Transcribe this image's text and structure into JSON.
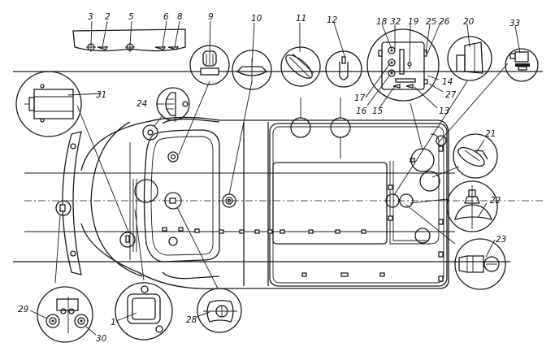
{
  "diagram": {
    "subject": "Vehicle electrical equipment layout (top view) with detail callouts",
    "callouts": [
      {
        "id": "3",
        "label": "3"
      },
      {
        "id": "2",
        "label": "2"
      },
      {
        "id": "5",
        "label": "5"
      },
      {
        "id": "6",
        "label": "6"
      },
      {
        "id": "8",
        "label": "8"
      },
      {
        "id": "9",
        "label": "9"
      },
      {
        "id": "10",
        "label": "10"
      },
      {
        "id": "11",
        "label": "11"
      },
      {
        "id": "12",
        "label": "12"
      },
      {
        "id": "18",
        "label": "18"
      },
      {
        "id": "32",
        "label": "32"
      },
      {
        "id": "19",
        "label": "19"
      },
      {
        "id": "25",
        "label": "25"
      },
      {
        "id": "26",
        "label": "26"
      },
      {
        "id": "20",
        "label": "20"
      },
      {
        "id": "33",
        "label": "33"
      },
      {
        "id": "14",
        "label": "14"
      },
      {
        "id": "27",
        "label": "27"
      },
      {
        "id": "13",
        "label": "13"
      },
      {
        "id": "15",
        "label": "15"
      },
      {
        "id": "16",
        "label": "16"
      },
      {
        "id": "17",
        "label": "17"
      },
      {
        "id": "31",
        "label": "31"
      },
      {
        "id": "24",
        "label": "24"
      },
      {
        "id": "21",
        "label": "21"
      },
      {
        "id": "22",
        "label": "22"
      },
      {
        "id": "23",
        "label": "23"
      },
      {
        "id": "29",
        "label": "29"
      },
      {
        "id": "30",
        "label": "30"
      },
      {
        "id": "1",
        "label": "1"
      },
      {
        "id": "28",
        "label": "28"
      }
    ]
  }
}
